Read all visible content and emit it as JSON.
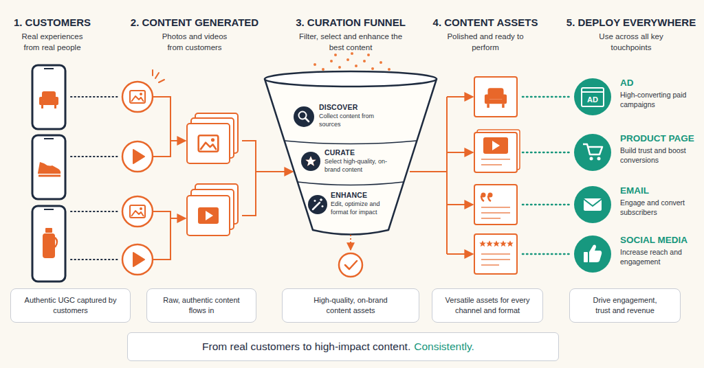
{
  "diagram": {
    "nodes": [
      {
        "text": [
          "DISCOVER",
          "Collect content from sources"
        ]
      },
      {
        "text": [
          "CURATE",
          "Select high-quality, on-brand content"
        ]
      },
      {
        "text": [
          "ENHANCE",
          "Edit, optimize and format for impact"
        ]
      },
      {
        "text": [
          "AD",
          "High-converting paid campaigns"
        ]
      },
      {
        "text": [
          "PRODUCT PAGE",
          "Build trust and boost conversions"
        ]
      },
      {
        "text": [
          "EMAIL",
          "Engage and convert subscribers"
        ]
      },
      {
        "text": [
          "SOCIAL MEDIA",
          "Increase reach and engagement"
        ]
      },
      {
        "text": [
          "Authentic UGC captured by customers"
        ]
      },
      {
        "text": [
          "Raw, authentic content flows in"
        ]
      },
      {
        "text": [
          "High-quality, on-brand content assets"
        ]
      },
      {
        "text": [
          "Versatile assets for every channel and format"
        ]
      },
      {
        "text": [
          "Drive engagement, trust and revenue"
        ]
      },
      {
        "text": [
          "From real customers to high-impact content.",
          "Consistently."
        ]
      }
    ],
    "labels": [
      "1. CUSTOMERS",
      "Real experiences from real people",
      "2. CONTENT GENERATED",
      "Photos and videos from customers",
      "3. CURATION FUNNEL",
      "Filter, select and enhance the best content",
      "4. CONTENT ASSETS",
      "Polished and ready to perform",
      "5. DEPLOY EVERYWHERE",
      "Use across all key touchpoints",
      "AD"
    ]
  }
}
